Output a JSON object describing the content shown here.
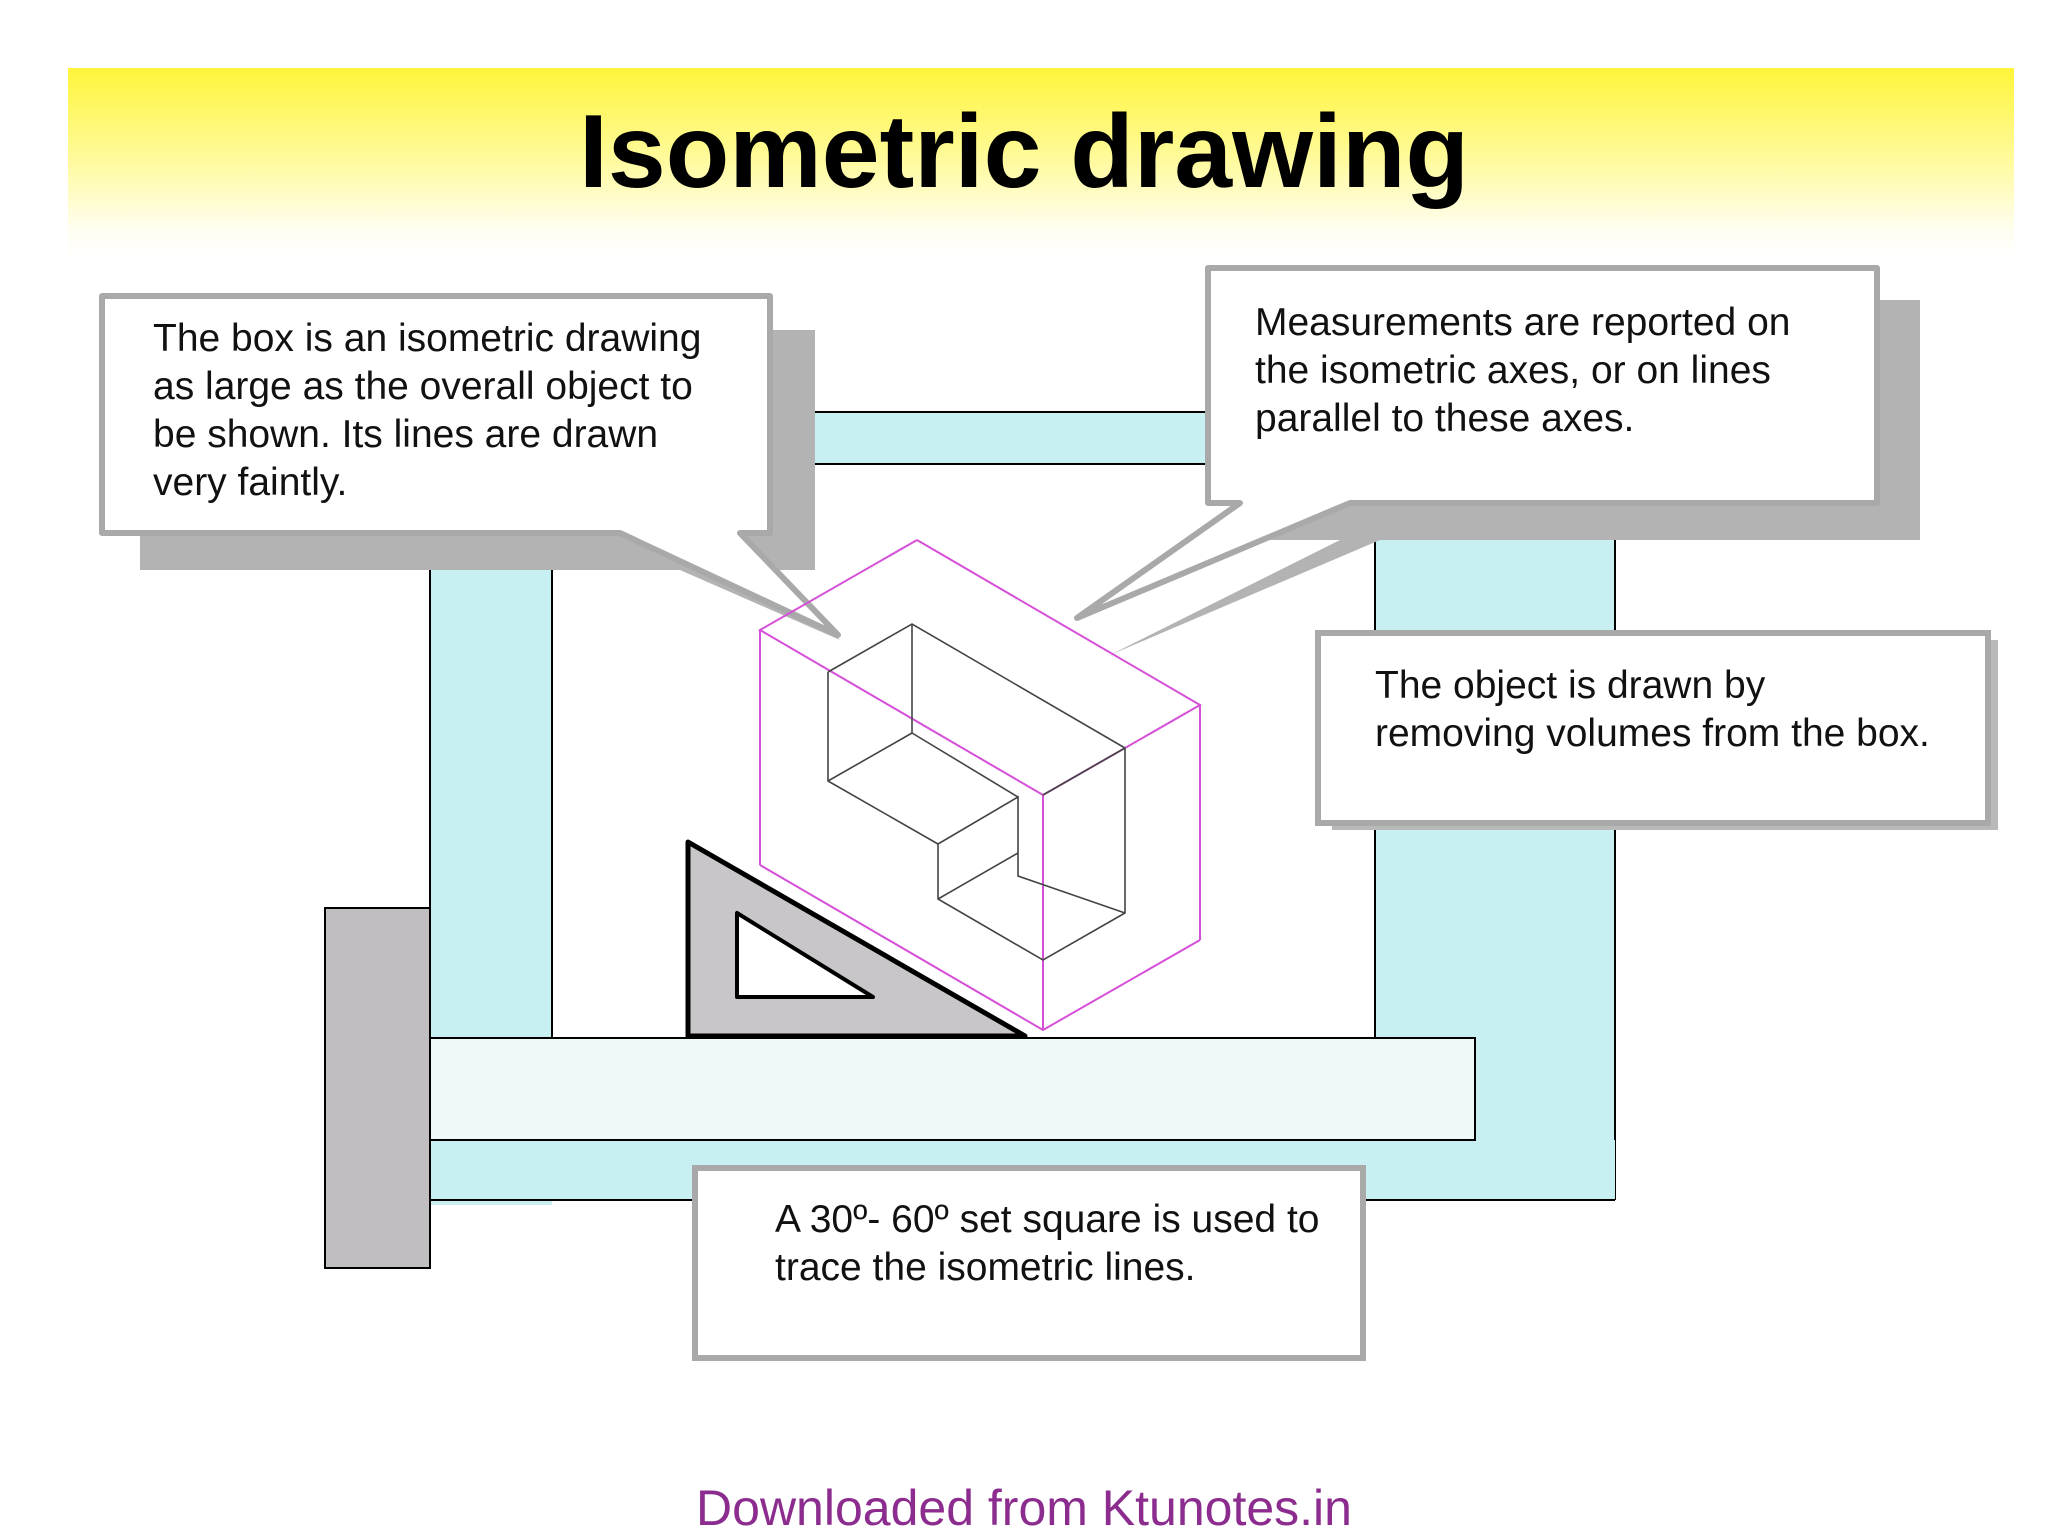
{
  "slide": {
    "title": "Isometric drawing",
    "footer": "Downloaded from Ktunotes.in"
  },
  "callouts": {
    "box": "The box is an isometric drawing\nas large as the overall object to\nbe shown.  Its lines are drawn\nvery faintly.",
    "measurements": "Measurements are reported on\nthe isometric axes, or on lines\nparallel to these axes.",
    "object": "The object is drawn by\nremoving volumes from the box.",
    "set_square": "A 30º- 60º set square is used to\ntrace the isometric lines."
  },
  "colors": {
    "title_band": "#fff53a",
    "board": "#c8f0f2",
    "tsquare_blade": "#eefafa",
    "tsquare_head": "#c0bec0",
    "construction_box": "#d64fd8",
    "callout_border": "#a9a9a9",
    "footer_text": "#8b2c8e"
  }
}
